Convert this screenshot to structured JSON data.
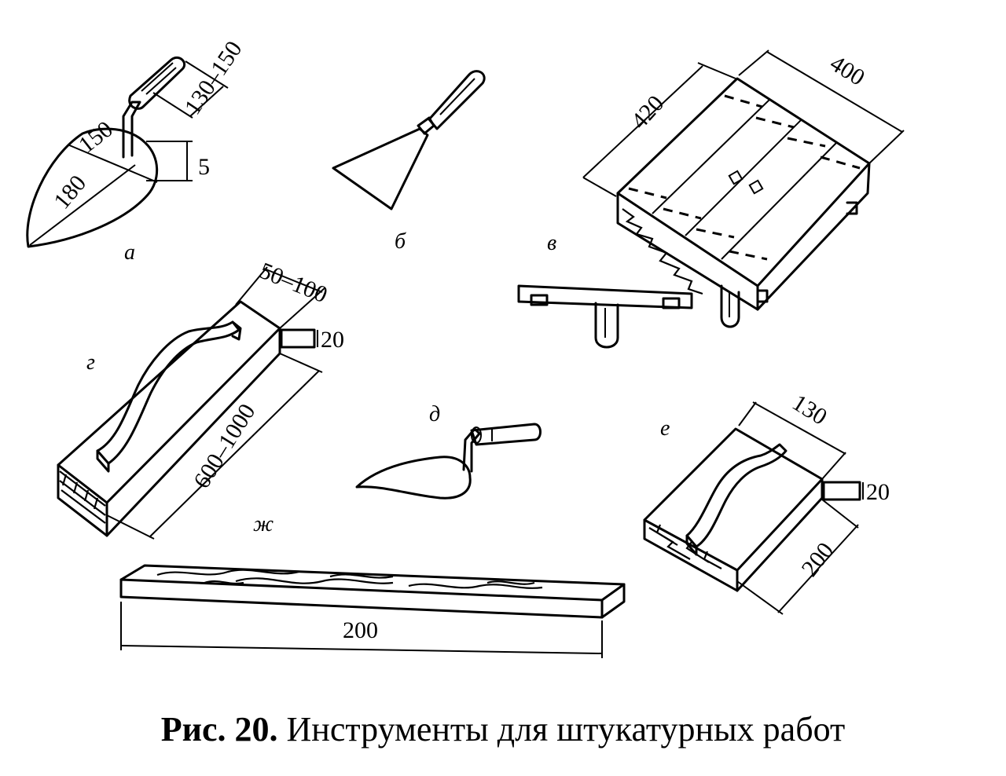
{
  "caption": {
    "label": "Рис. 20.",
    "text": "Инструменты для штукатурных работ"
  },
  "tools": {
    "a": {
      "letter": "а",
      "dims": [
        "150",
        "180",
        "130–150",
        "5"
      ]
    },
    "b": {
      "letter": "б"
    },
    "v": {
      "letter": "в",
      "dims": [
        "420",
        "400"
      ]
    },
    "g": {
      "letter": "г",
      "dims": [
        "50–100",
        "20",
        "600–1000"
      ]
    },
    "d": {
      "letter": "д"
    },
    "e": {
      "letter": "е",
      "dims": [
        "130",
        "20",
        "200"
      ]
    },
    "zh": {
      "letter": "ж",
      "dims": [
        "200"
      ]
    }
  }
}
